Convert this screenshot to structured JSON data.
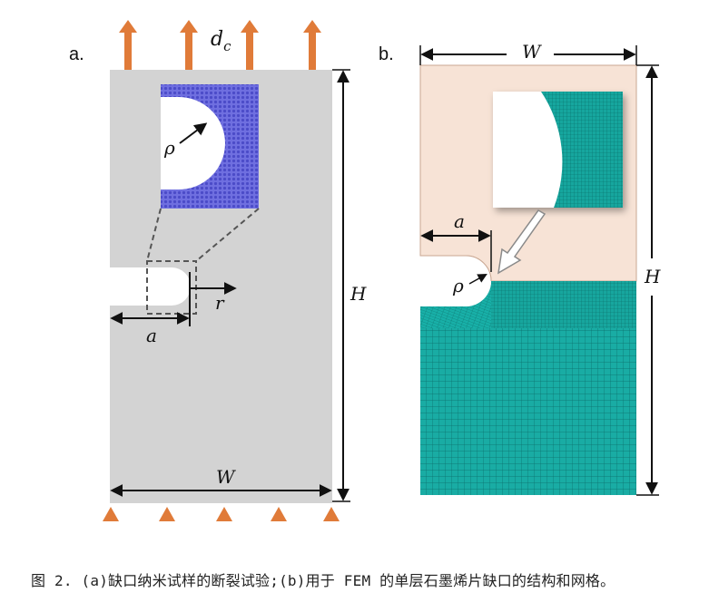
{
  "panel_a": {
    "tag": "a.",
    "load_label": "d",
    "load_subscript": "c",
    "rho_label": "ρ",
    "r_label": "r",
    "a_label": "a",
    "w_label": "W",
    "h_label": "H"
  },
  "panel_b": {
    "tag": "b.",
    "w_label": "W",
    "h_label": "H",
    "a_label": "a",
    "rho_label": "ρ"
  },
  "caption": "图 2.  (a)缺口纳米试样的断裂试验;(b)用于 FEM 的单层石墨烯片缺口的结构和网格。",
  "colors": {
    "specimen_grey": "#d3d3d3",
    "arrow_orange": "#e07b39",
    "atom_blue": "#6a6adb",
    "panel_b_bg": "#f7e3d6",
    "mesh_teal": "#13a8a0",
    "mesh_line": "#0b6e69"
  }
}
